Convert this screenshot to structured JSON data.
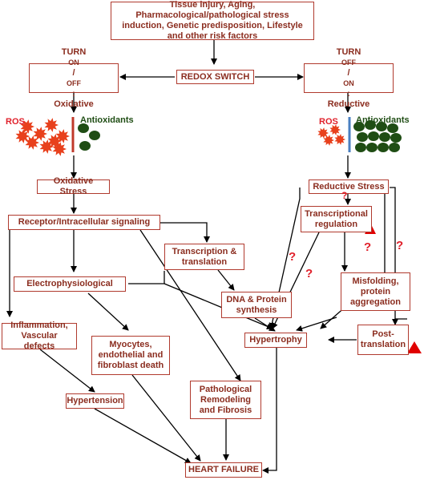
{
  "boxes": {
    "risk_factors": "Tissue injury, Aging, Pharmacological/pathological stress induction, Genetic predisposition, Lifestyle and other risk factors",
    "redox_switch": "REDOX SWITCH",
    "turn_word": "TURN",
    "oxidative_sub": "ON",
    "oxidative_sup": "OFF",
    "oxidative_suffix": ":",
    "oxidative_label": "Oxidative",
    "reductive_sub": "OFF",
    "reductive_sup": "ON",
    "reductive_suffix": ":",
    "reductive_label": "Reductive",
    "oxidative_stress": "Oxidative Stress",
    "reductive_stress": "Reductive Stress",
    "receptor_signaling": "Receptor/Intracellular signaling",
    "transcription_translation": "Transcription & translation",
    "transcriptional_regulation": "Transcriptional regulation",
    "electrophysiological": "Electrophysiological",
    "dna_protein": "DNA & Protein synthesis",
    "misfolding": "Misfolding, protein aggregation",
    "inflammation": "Inflammation, Vascular defects",
    "myocytes": "Myocytes, endothelial and fibroblast death",
    "hypertrophy": "Hypertrophy",
    "post_translation": "Post-translation",
    "hypertension": "Hypertension",
    "pathological_remodeling": "Pathological Remodeling and Fibrosis",
    "heart_failure": "HEART FAILURE"
  },
  "labels": {
    "ros_left": "ROS",
    "antioxidants_left": "Antioxidants",
    "ros_right": "ROS",
    "antioxidants_right": "Antioxidants",
    "question_mark": "?"
  },
  "colors": {
    "box_border": "#b03a2e",
    "box_text": "#8b2d1f",
    "ros": "#e8401c",
    "antioxidant": "#1f4d14",
    "warning_triangle": "#e00000",
    "question": "#e0202a",
    "left_divider": "#c0392b",
    "right_divider": "#4a7fc1"
  }
}
